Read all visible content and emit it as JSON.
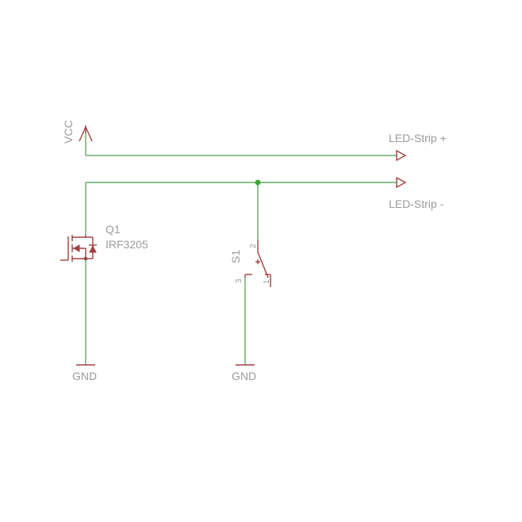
{
  "labels": {
    "vcc": "VCC",
    "led_plus": "LED-Strip +",
    "led_minus": "LED-Strip -",
    "q1_name": "Q1",
    "q1_value": "IRF3205",
    "s1_name": "S1",
    "gnd_left": "GND",
    "gnd_right": "GND",
    "s1_pin_1": "1",
    "s1_pin_2": "2",
    "s1_pin_3": "3"
  },
  "colors": {
    "wire": "#4a9a4a",
    "symbol": "#a04040",
    "label": "#9a9a9a",
    "junction": "#3aaa3a",
    "background": "#ffffff"
  }
}
